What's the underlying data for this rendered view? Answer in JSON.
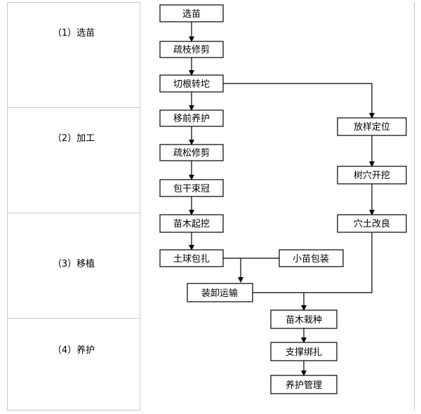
{
  "phases": [
    {
      "label": "（1）选苗"
    },
    {
      "label": "（2）加工"
    },
    {
      "label": "（3）移植"
    },
    {
      "label": "（4）养护"
    }
  ],
  "nodes": {
    "select": "选苗",
    "thin_prune": "疏枝修剪",
    "cut_root": "切根转坨",
    "pre_care": "移前养护",
    "loose_prune": "疏松修剪",
    "wrap_crown": "包干束冠",
    "dig_up": "苗木起挖",
    "root_ball": "土球包扎",
    "seedling_pack": "小苗包装",
    "transport": "装卸运输",
    "mark_position": "放样定位",
    "dig_hole": "树穴开挖",
    "soil_improve": "穴土改良",
    "planting": "苗木栽种",
    "support": "支撑绑扎",
    "maintenance": "养护管理"
  }
}
